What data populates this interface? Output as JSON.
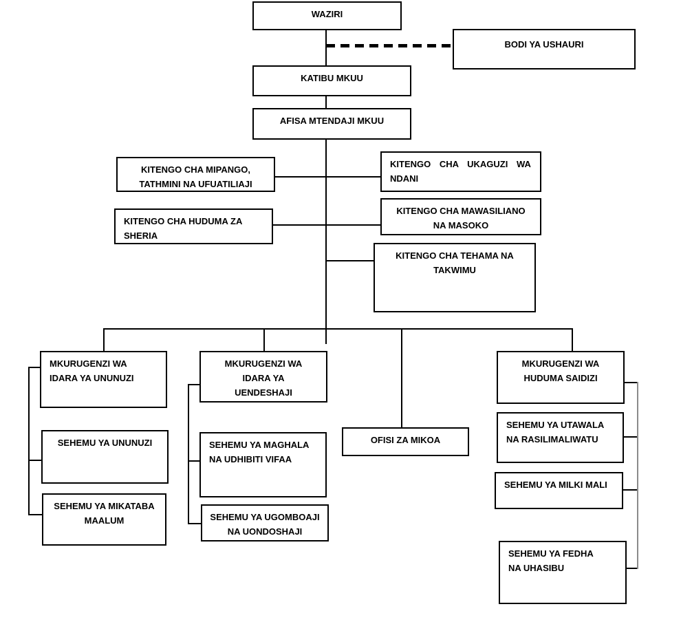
{
  "org": {
    "colors": {
      "background": "#ffffff",
      "box_border": "#000000",
      "text": "#000000",
      "connector": "#000000",
      "right_rail": "#8a8a8a"
    },
    "nodes": {
      "waziri": {
        "lines": [
          "WAZIRI"
        ]
      },
      "bodi_ya_ushauri": {
        "lines": [
          "BODI YA USHAURI"
        ]
      },
      "katibu_mkuu": {
        "lines": [
          "KATIBU MKUU"
        ]
      },
      "afisa_mtendaji_mkuu": {
        "lines": [
          "AFISA MTENDAJI MKUU"
        ]
      },
      "kitengo_mipango": {
        "lines": [
          "KITENGO CHA MIPANGO,",
          "TATHMINI NA UFUATILIAJI"
        ]
      },
      "kitengo_sheria": {
        "lines": [
          "KITENGO CHA HUDUMA ZA",
          "SHERIA"
        ]
      },
      "kitengo_ukaguzi": {
        "lines": [
          "KITENGO CHA UKAGUZI WA",
          "NDANI"
        ]
      },
      "kitengo_mawasiliano": {
        "lines": [
          "KITENGO CHA MAWASILIANO",
          "NA MASOKO"
        ]
      },
      "kitengo_tehama": {
        "lines": [
          "KITENGO CHA TEHAMA NA",
          "TAKWIMU"
        ]
      },
      "mkurugenzi_ununuzi": {
        "lines": [
          "MKURUGENZI WA",
          "IDARA YA UNUNUZI"
        ]
      },
      "sehemu_ununuzi": {
        "lines": [
          "SEHEMU YA UNUNUZI"
        ]
      },
      "sehemu_mikataba": {
        "lines": [
          "SEHEMU YA MIKATABA",
          "MAALUM"
        ]
      },
      "mkurugenzi_uendeshaji": {
        "lines": [
          "MKURUGENZI WA",
          "IDARA YA",
          "UENDESHAJI"
        ]
      },
      "sehemu_maghala": {
        "lines": [
          "SEHEMU YA MAGHALA",
          "NA UDHIBITI VIFAA"
        ]
      },
      "sehemu_ugomboaji": {
        "lines": [
          "SEHEMU YA UGOMBOAJI",
          "NA UONDOSHAJI"
        ]
      },
      "ofisi_za_mikoa": {
        "lines": [
          "OFISI ZA MIKOA"
        ]
      },
      "mkurugenzi_huduma": {
        "lines": [
          "MKURUGENZI WA",
          "HUDUMA SAIDIZI"
        ]
      },
      "sehemu_utawala": {
        "lines": [
          "SEHEMU YA UTAWALA",
          "NA RASILIMALIWATU"
        ]
      },
      "sehemu_milki_mali": {
        "lines": [
          "SEHEMU YA MILKI MALI"
        ]
      },
      "sehemu_fedha": {
        "lines": [
          "SEHEMU YA FEDHA",
          "NA UHASIBU"
        ]
      }
    }
  }
}
